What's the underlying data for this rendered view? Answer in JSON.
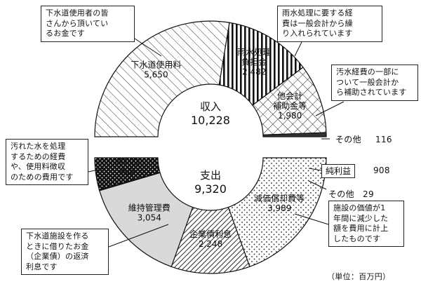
{
  "chart_data": [
    {
      "type": "donut",
      "center_label": "収入",
      "total": "10,228",
      "slices": [
        {
          "name": "下水道使用料",
          "value": 5650,
          "label": "5,650",
          "pattern": "diagonal-light"
        },
        {
          "name": "雨水処理\n負担金",
          "value": 2482,
          "label": "2,482",
          "pattern": "vertical-stripes"
        },
        {
          "name": "他会計\n補助金等",
          "value": 1980,
          "label": "1,980",
          "pattern": "crosshatch"
        },
        {
          "name": "その他",
          "value": 116,
          "label": "116",
          "pattern": "dark"
        }
      ]
    },
    {
      "type": "donut",
      "center_label": "支出",
      "total": "9,320",
      "slices": [
        {
          "name": "減価償却費等",
          "value": 3989,
          "label": "3,989",
          "pattern": "dots"
        },
        {
          "name": "企業債利息",
          "value": 2248,
          "label": "2,248",
          "pattern": "diagonal-dense"
        },
        {
          "name": "維持管理費",
          "value": 3054,
          "label": "3,054",
          "pattern": "light-gray"
        },
        {
          "name": "その他",
          "value": 29,
          "label": "29",
          "pattern": "dark"
        },
        {
          "name": "純利益",
          "value": 908,
          "label": "908",
          "pattern": "black-dotted"
        }
      ]
    }
  ],
  "annotations": {
    "usage_fee": "下水道使用者の皆\nさんから頂いてい\nるお金です",
    "rainwater": "雨水処理に要する経\n費は一般会計から繰\nり入れられています",
    "subsidy": "汚水経費の一部に\nついて一般会計か\nら補助されています",
    "maintenance": "汚れた水を処理\nするための経費\nや、使用料徴収\nのための費用です",
    "interest": "下水道施設を作る\nときに借りたお金\n（企業債）の返済\n利息です",
    "depreciation": "施設の価値が1\n年間に減少した\n額を費用に計上\nしたものです"
  },
  "unit_note": "（単位：百万円）",
  "colors": {
    "ink": "#111111",
    "light_fill": "#d9d9d9",
    "dark_fill": "#333333"
  }
}
